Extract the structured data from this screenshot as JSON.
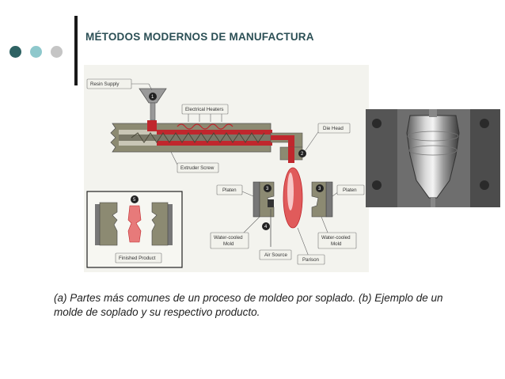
{
  "slide": {
    "title": "MÉTODOS MODERNOS DE MANUFACTURA",
    "caption": "(a) Partes más comunes de un proceso de moldeo por soplado. (b) Ejemplo de un molde de soplado y su respectivo producto.",
    "dots": [
      {
        "name": "dot-dark",
        "color": "#2e6263"
      },
      {
        "name": "dot-light",
        "color": "#8ec8cc"
      },
      {
        "name": "dot-gray",
        "color": "#c5c5c5"
      }
    ]
  },
  "diagram": {
    "labels": {
      "resin_supply": "Resin Supply",
      "electrical_heaters": "Electrical Heaters",
      "die_head": "Die Head",
      "extruder_screw": "Extruder Screw",
      "platen_left": "Platen",
      "platen_right": "Platen",
      "water_cooled_mold_left_1": "Water-cooled",
      "water_cooled_mold_left_2": "Mold",
      "water_cooled_mold_right_1": "Water-cooled",
      "water_cooled_mold_right_2": "Mold",
      "air_source": "Air Source",
      "parison": "Parison",
      "finished_product": "Finished Product"
    },
    "step_numbers": [
      "1",
      "2",
      "3",
      "3",
      "4",
      "5"
    ]
  }
}
